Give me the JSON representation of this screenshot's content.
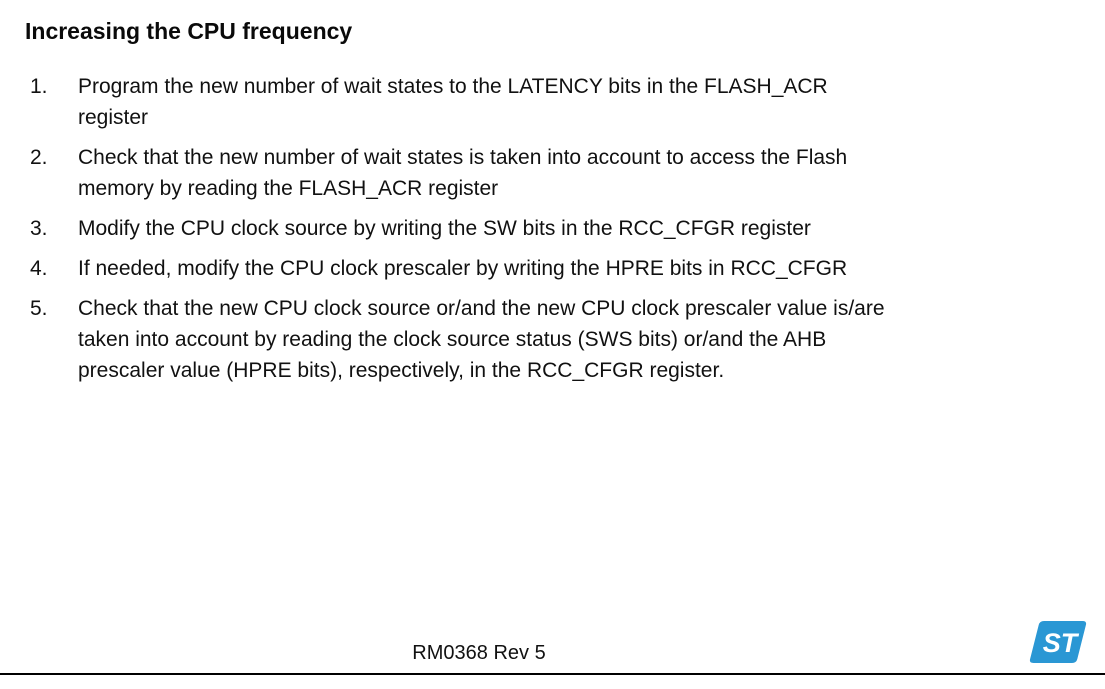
{
  "document": {
    "heading": "Increasing the CPU frequency",
    "steps": [
      {
        "number": "1.",
        "text": "Program the new number of wait states to the LATENCY bits in the FLASH_ACR\nregister"
      },
      {
        "number": "2.",
        "text": "Check that the new number of wait states is taken into account to access the Flash\nmemory by reading the FLASH_ACR register"
      },
      {
        "number": "3.",
        "text": "Modify the CPU clock source by writing the SW bits in the RCC_CFGR register"
      },
      {
        "number": "4.",
        "text": "If needed, modify the CPU clock prescaler by writing the HPRE bits in RCC_CFGR"
      },
      {
        "number": "5.",
        "text": "Check that the new CPU clock source or/and the new CPU clock prescaler value is/are\ntaken into account by reading the clock source status (SWS bits) or/and the AHB\nprescaler value (HPRE bits), respectively, in the RCC_CFGR register."
      }
    ],
    "footer": {
      "revision": "RM0368 Rev 5"
    },
    "logo": {
      "icon": "st-logo",
      "letters": "ST",
      "color": "#2a97d4"
    }
  }
}
